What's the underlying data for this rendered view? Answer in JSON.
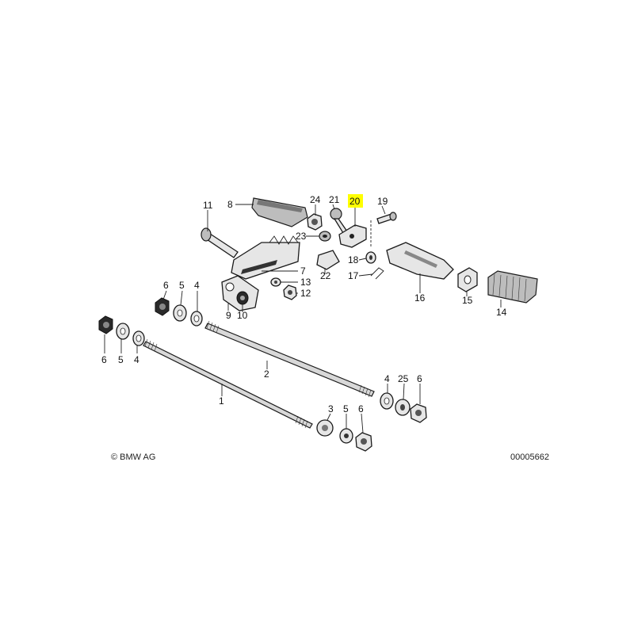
{
  "highlight_color": "#ffff00",
  "copyright": "© BMW AG",
  "diagram_number": "00005662",
  "callouts": {
    "c1": "1",
    "c2": "2",
    "c3": "3",
    "c4a": "4",
    "c4b": "4",
    "c4c": "4",
    "c5a": "5",
    "c5b": "5",
    "c5c": "5",
    "c6a": "6",
    "c6b": "6",
    "c6c": "6",
    "c6d": "6",
    "c7": "7",
    "c8": "8",
    "c9": "9",
    "c10": "10",
    "c11": "11",
    "c12": "12",
    "c13": "13",
    "c14": "14",
    "c15": "15",
    "c16": "16",
    "c17": "17",
    "c18": "18",
    "c19": "19",
    "c20": "20",
    "c21": "21",
    "c22": "22",
    "c23": "23",
    "c24": "24",
    "c25": "25"
  }
}
